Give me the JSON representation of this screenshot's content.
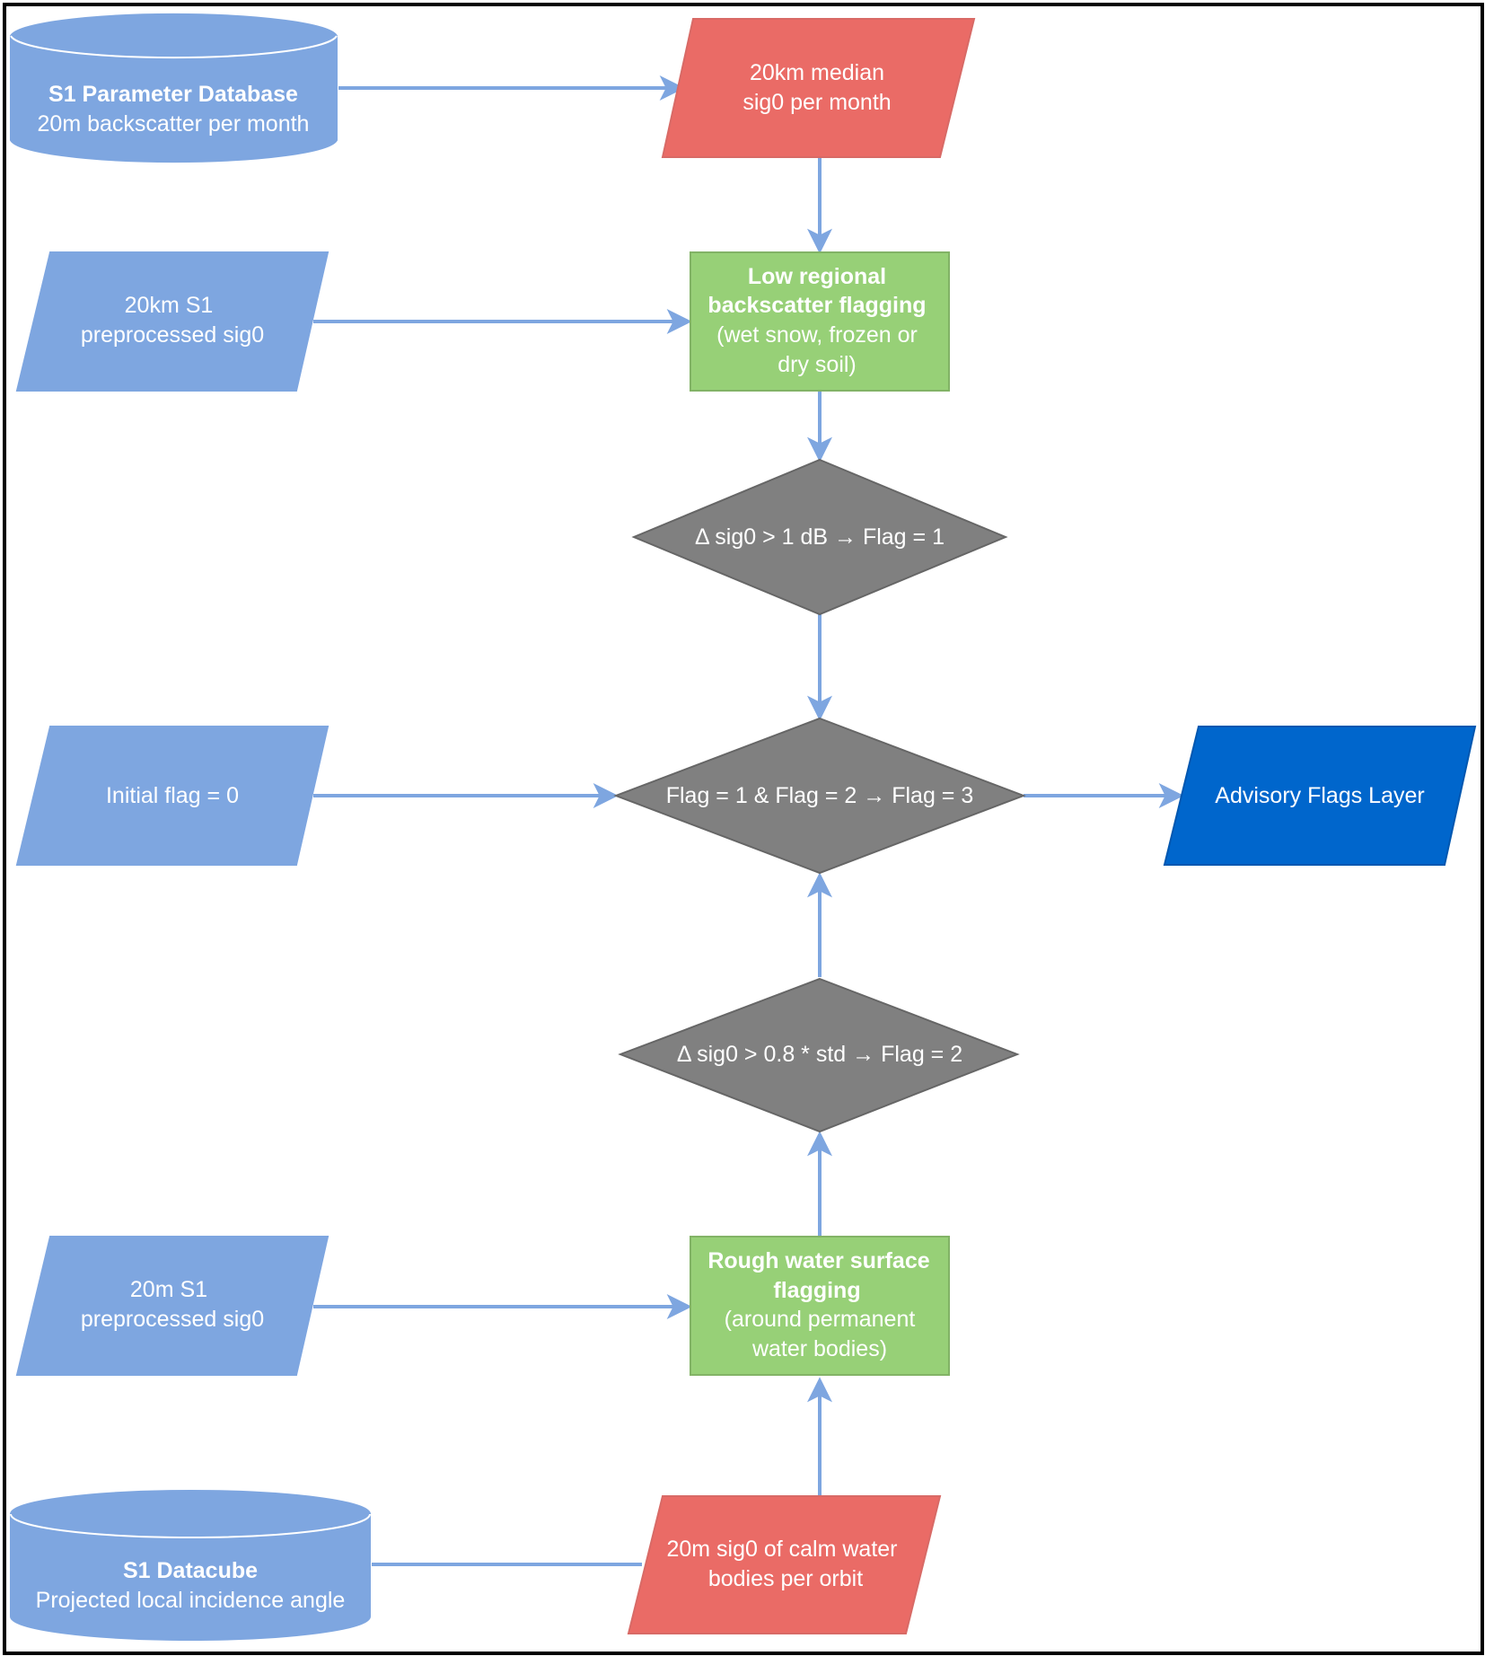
{
  "colors": {
    "input_blue": "#7EA6E0",
    "output_blue": "#0066CC",
    "red": "#EA6B66",
    "green": "#97D077",
    "gray": "#808080",
    "arrow": "#7EA6E0"
  },
  "nodes": {
    "s1_parameter_db": {
      "title": "S1 Parameter Database",
      "subtitle": "20m backscatter per month"
    },
    "median_sig0": {
      "line1": "20km median",
      "line2": "sig0 per month"
    },
    "km20_preprocessed": {
      "line1": "20km S1",
      "line2": "preprocessed sig0"
    },
    "low_regional": {
      "title1": "Low regional",
      "title2": "backscatter flagging",
      "sub1": "(wet snow, frozen or",
      "sub2": "dry soil)"
    },
    "decision_1db": {
      "label": "Δ sig0 > 1 dB → Flag = 1"
    },
    "initial_flag": {
      "label": "Initial flag = 0"
    },
    "decision_combine": {
      "label": "Flag = 1 & Flag = 2 → Flag = 3"
    },
    "advisory_layer": {
      "label": "Advisory Flags Layer"
    },
    "decision_std": {
      "label": "Δ sig0 > 0.8 * std → Flag = 2"
    },
    "m20_preprocessed": {
      "line1": "20m S1",
      "line2": "preprocessed sig0"
    },
    "rough_water": {
      "title1": "Rough water surface",
      "title2": "flagging",
      "sub1": "(around permanent",
      "sub2": "water bodies)"
    },
    "s1_datacube": {
      "title": "S1 Datacube",
      "subtitle": "Projected local incidence angle"
    },
    "calm_water": {
      "line1": "20m sig0 of calm water",
      "line2": "bodies per orbit"
    }
  }
}
